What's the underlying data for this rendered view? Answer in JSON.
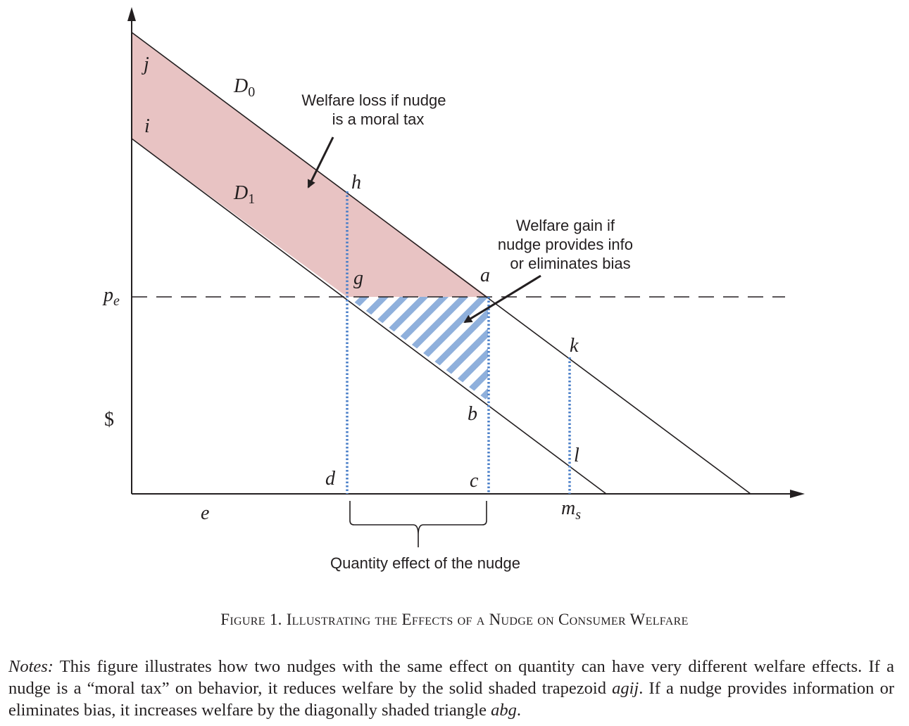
{
  "diagram": {
    "curves": {
      "d0": {
        "label": "D",
        "sub": "0"
      },
      "d1": {
        "label": "D",
        "sub": "1"
      }
    },
    "points": {
      "j": "j",
      "i": "i",
      "h": "h",
      "g": "g",
      "a": "a",
      "k": "k",
      "b": "b",
      "l": "l",
      "d": "d",
      "c": "c",
      "e": "e"
    },
    "axis": {
      "price_label": "p",
      "price_sub": "e",
      "dollar_label": "$",
      "ms_label": "m",
      "ms_sub": "s"
    },
    "annotations": {
      "loss_line1": "Welfare loss if nudge",
      "loss_line2": "is a moral tax",
      "gain_line1": "Welfare gain if",
      "gain_line2": "nudge provides info",
      "gain_line3": "or eliminates bias",
      "brace_label": "Quantity effect of the nudge"
    },
    "colors": {
      "loss_fill": "#e8c3c3",
      "gain_hatch": "#8fb0dc",
      "dotted": "#4a7fc8",
      "ink": "#231f20"
    }
  },
  "caption": {
    "text": "Figure 1. Illustrating the Effects of a Nudge on Consumer Welfare"
  },
  "notes": {
    "lead": "Notes:",
    "body_1": " This figure illustrates how two nudges with the same effect on quantity can have very different welfare effects. If a nudge is a “moral tax” on behavior, it reduces welfare by the solid shaded trapezoid ",
    "agij": "agij",
    "body_2": ". If a nudge provides information or eliminates bias, it increases welfare by the diagonally shaded triangle ",
    "abg": "abg",
    "body_3": "."
  }
}
